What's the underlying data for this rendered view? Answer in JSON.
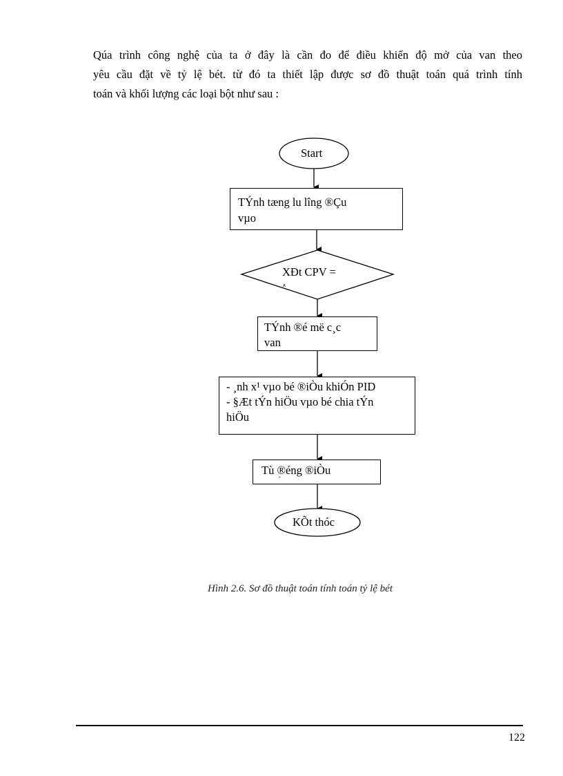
{
  "paragraph": {
    "lines": [
      "Qúa trình công nghệ của ta ở đây là cần đo để điều khiển độ mở của van theo",
      "yêu cầu đặt về tỷ lệ bét. từ đó ta thiết lập được sơ đồ thuật toán quá trình tính",
      "toán và khối lượng các loại bột như sau :"
    ]
  },
  "flowchart": {
    "start": "Start",
    "step1": [
      "TÝnh tæng lu  l­îng ®Çu",
      "vµo"
    ],
    "decision": [
      "XÐt CPV =",
      "^"
    ],
    "step2": [
      "TÝnh ®é më c¸c",
      "van"
    ],
    "step3": [
      "- ¸nh x¹ vµo bé ®iÒu khiÓn PID",
      "- §Æt tÝn hiÖu vµo bé chia tÝn",
      "hiÖu"
    ],
    "step4": [
      "Tù ®éng ®iÒu",
      "´"
    ],
    "end": "KÕt thóc"
  },
  "caption": "Hình 2.6. Sơ đồ thuật toán tính toán tỷ lệ bét",
  "page_number": "122"
}
